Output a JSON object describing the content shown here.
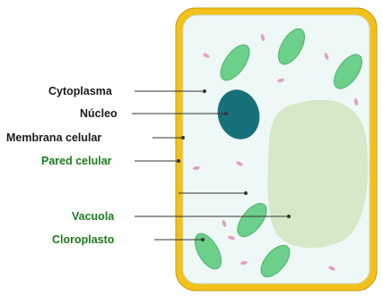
{
  "labels": {
    "cytoplasm": "Cytoplasma",
    "nucleus": "Núcleo",
    "membrane": "Membrana celular",
    "cell_wall": "Pared celular",
    "vacuole": "Vacuola",
    "chloroplast": "Cloroplasto"
  },
  "colors": {
    "cell_wall": "#f2c21b",
    "cell_wall_edge": "#c99a0e",
    "cytoplasm": "#eef8f6",
    "nucleus": "#17707a",
    "vacuole": "#d5e8c8",
    "chloroplast": "#6ccf8a",
    "chloroplast_edge": "#4fb46f",
    "granule": "#e3a2bf",
    "label_black": "#1a1a1a",
    "label_green": "#1f7a1f",
    "pointer": "#333333"
  }
}
